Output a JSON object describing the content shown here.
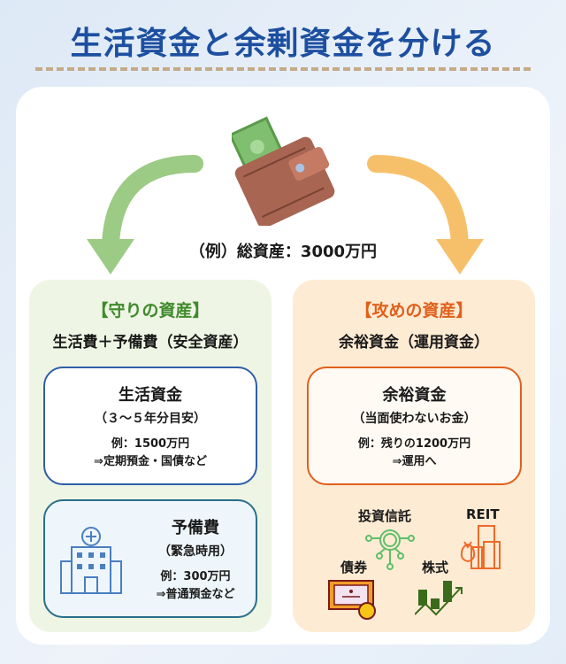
{
  "title": "生活資金と余剰資金を分ける",
  "total": "（例）総資産：3000万円",
  "left": {
    "heading": "【守りの資産】",
    "subtitle": "生活費＋予備費（安全資産）",
    "box1": {
      "title": "生活資金",
      "sub": "（３～５年分目安）",
      "ex1": "例：1500万円",
      "ex2": "⇒定期預金・国債など"
    },
    "box2": {
      "title": "予備費",
      "sub": "（緊急時用）",
      "ex1": "例：300万円",
      "ex2": "⇒普通預金など"
    }
  },
  "right": {
    "heading": "【攻めの資産】",
    "subtitle": "余裕資金（運用資金）",
    "box1": {
      "title": "余裕資金",
      "sub": "（当面使わないお金）",
      "ex1": "例：残りの1200万円",
      "ex2": "⇒運用へ"
    },
    "items": {
      "fund": "投資信託",
      "reit": "REIT",
      "bond": "債券",
      "stock": "株式"
    }
  },
  "colors": {
    "title": "#1d4fa0",
    "green_arrow": "#9ccb85",
    "orange_arrow": "#f6c06a",
    "left_heading": "#3f8a2c",
    "right_heading": "#e0601c"
  }
}
